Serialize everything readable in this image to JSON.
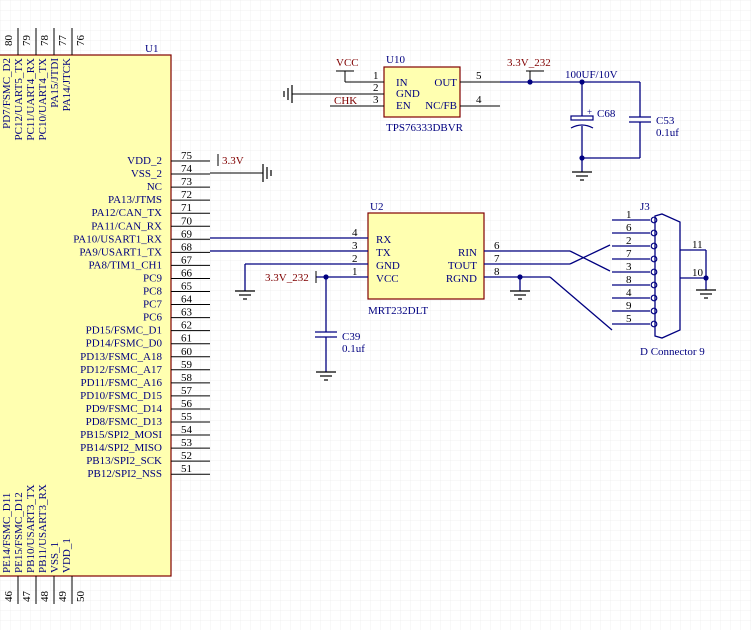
{
  "u1": {
    "ref": "U1",
    "top_pins": [
      {
        "num": "80",
        "name": "PD7/FSMC_D2"
      },
      {
        "num": "79",
        "name": "PC12/UART5_TX"
      },
      {
        "num": "78",
        "name": "PC11/UART4_RX"
      },
      {
        "num": "77",
        "name": "PC10/UART4_TX"
      },
      {
        "num": "76",
        "name": "PA15/JTDI"
      },
      {
        "num": "",
        "name": "PA14/JTCK"
      }
    ],
    "right_pins": [
      {
        "num": "75",
        "name": "VDD_2"
      },
      {
        "num": "74",
        "name": "VSS_2"
      },
      {
        "num": "73",
        "name": "NC"
      },
      {
        "num": "72",
        "name": "PA13/JTMS"
      },
      {
        "num": "71",
        "name": "PA12/CAN_TX"
      },
      {
        "num": "70",
        "name": "PA11/CAN_RX"
      },
      {
        "num": "69",
        "name": "PA10/USART1_RX"
      },
      {
        "num": "68",
        "name": "PA9/USART1_TX"
      },
      {
        "num": "67",
        "name": "PA8/TIM1_CH1"
      },
      {
        "num": "66",
        "name": "PC9"
      },
      {
        "num": "65",
        "name": "PC8"
      },
      {
        "num": "64",
        "name": "PC7"
      },
      {
        "num": "63",
        "name": "PC6"
      },
      {
        "num": "62",
        "name": "PD15/FSMC_D1"
      },
      {
        "num": "61",
        "name": "PD14/FSMC_D0"
      },
      {
        "num": "60",
        "name": "PD13/FSMC_A18"
      },
      {
        "num": "59",
        "name": "PD12/FSMC_A17"
      },
      {
        "num": "58",
        "name": "PD11/FSMC_A16"
      },
      {
        "num": "57",
        "name": "PD10/FSMC_D15"
      },
      {
        "num": "56",
        "name": "PD9/FSMC_D14"
      },
      {
        "num": "55",
        "name": "PD8/FSMC_D13"
      },
      {
        "num": "54",
        "name": "PB15/SPI2_MOSI"
      },
      {
        "num": "53",
        "name": "PB14/SPI2_MISO"
      },
      {
        "num": "52",
        "name": "PB13/SPI2_SCK"
      },
      {
        "num": "51",
        "name": "PB12/SPI2_NSS"
      }
    ],
    "bottom_pins": [
      {
        "num": "46",
        "name": "PE14/FSMC_D11"
      },
      {
        "num": "47",
        "name": "PE15/FSMC_D12"
      },
      {
        "num": "48",
        "name": "PB10/USART3_TX"
      },
      {
        "num": "49",
        "name": "PB11/USART3_RX"
      },
      {
        "num": "",
        "name": "VSS_1"
      },
      {
        "num": "50",
        "name": "VDD_1"
      }
    ]
  },
  "net_3v3": "3.3V",
  "u10": {
    "ref": "U10",
    "part": "TPS76333DBVR",
    "pins": {
      "in": {
        "num": "1",
        "name": "IN"
      },
      "gnd": {
        "num": "2",
        "name": "GND"
      },
      "en": {
        "num": "3",
        "name": "EN"
      },
      "out": {
        "num": "5",
        "name": "OUT"
      },
      "nc": {
        "num": "4",
        "name": "NC/FB"
      }
    },
    "vcc_net": "VCC",
    "en_net": "CHK",
    "out_net": "3.3V_232"
  },
  "c68": {
    "ref": "C68",
    "value": "100UF/10V",
    "plus": "+"
  },
  "c53": {
    "ref": "C53",
    "value": "0.1uf"
  },
  "u2": {
    "ref": "U2",
    "part": "MRT232DLT",
    "pins": {
      "rx": {
        "num": "4",
        "name": "RX"
      },
      "tx": {
        "num": "3",
        "name": "TX"
      },
      "gnd": {
        "num": "2",
        "name": "GND"
      },
      "vcc": {
        "num": "1",
        "name": "VCC"
      },
      "rin": {
        "num": "6",
        "name": "RIN"
      },
      "tout": {
        "num": "7",
        "name": "TOUT"
      },
      "rgnd": {
        "num": "8",
        "name": "RGND"
      }
    },
    "vcc_net": "3.3V_232"
  },
  "c39": {
    "ref": "C39",
    "value": "0.1uf"
  },
  "j3": {
    "ref": "J3",
    "part": "D Connector 9",
    "pins": [
      "1",
      "6",
      "2",
      "7",
      "3",
      "8",
      "4",
      "9",
      "5"
    ],
    "shell_pins": [
      "11",
      "10"
    ]
  }
}
